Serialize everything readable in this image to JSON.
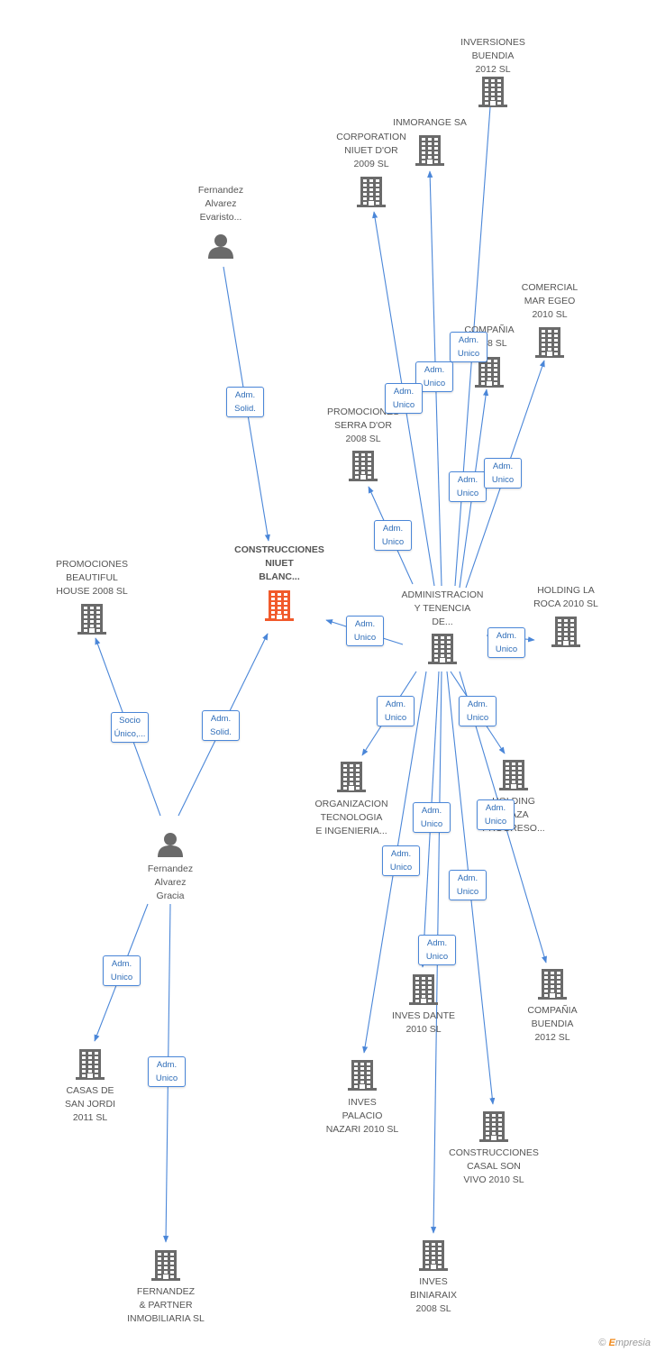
{
  "colors": {
    "edge": "#4a86d8",
    "building": "#6a6a6a",
    "main_building": "#f15a2b",
    "person": "#6a6a6a",
    "badge_text": "#2f6db8"
  },
  "nodes": [
    {
      "id": "inversiones_buendia",
      "type": "company",
      "label": "INVERSIONES\nBUENDIA\n2012 SL"
    },
    {
      "id": "inmorange",
      "type": "company",
      "label": "INMORANGE SA"
    },
    {
      "id": "corporation_niuet",
      "type": "company",
      "label": "CORPORATION\nNIUET D'OR\n2009 SL"
    },
    {
      "id": "fernandez_evaristo",
      "type": "person",
      "label": "Fernandez\nAlvarez\nEvaristo..."
    },
    {
      "id": "comercial_mar_egeo",
      "type": "company",
      "label": "COMERCIAL\nMAR EGEO\n2010 SL"
    },
    {
      "id": "compania_2008",
      "type": "company",
      "label": "COMPAÑIA\n2008 SL"
    },
    {
      "id": "promociones_serra",
      "type": "company",
      "label": "PROMOCIONES\nSERRA D'OR\n2008 SL"
    },
    {
      "id": "promociones_beautiful",
      "type": "company",
      "label": "PROMOCIONES\nBEAUTIFUL\nHOUSE 2008 SL"
    },
    {
      "id": "construcciones_niuet",
      "type": "main",
      "label": "CONSTRUCCIONES\nNIUET\nBLANC..."
    },
    {
      "id": "administracion",
      "type": "company",
      "label": "ADMINISTRACION\nY TENENCIA\nDE..."
    },
    {
      "id": "holding_la_roca",
      "type": "company",
      "label": "HOLDING LA\nROCA 2010 SL"
    },
    {
      "id": "organizacion",
      "type": "company",
      "label": "ORGANIZACION\nTECNOLOGIA\nE INGENIERIA..."
    },
    {
      "id": "holding_plaza",
      "type": "company",
      "label": "HOLDING\nPLAZA\nPROGRESO..."
    },
    {
      "id": "fernandez_gracia",
      "type": "person",
      "label": "Fernandez\nAlvarez\nGracia"
    },
    {
      "id": "inves_dante",
      "type": "company",
      "label": "INVES DANTE\n2010 SL"
    },
    {
      "id": "compania_buendia",
      "type": "company",
      "label": "COMPAÑIA\nBUENDIA\n2012 SL"
    },
    {
      "id": "casas_san_jordi",
      "type": "company",
      "label": "CASAS DE\nSAN JORDI\n2011 SL"
    },
    {
      "id": "inves_palacio",
      "type": "company",
      "label": "INVES\nPALACIO\nNAZARI 2010 SL"
    },
    {
      "id": "construcciones_casal",
      "type": "company",
      "label": "CONSTRUCCIONES\nCASAL SON\nVIVO 2010 SL"
    },
    {
      "id": "fernandez_partner",
      "type": "company",
      "label": "FERNANDEZ\n& PARTNER\nINMOBILIARIA SL"
    },
    {
      "id": "inves_biniaraix",
      "type": "company",
      "label": "INVES\nBINIARAIX\n2008 SL"
    }
  ],
  "edges": [
    {
      "from": "fernandez_evaristo",
      "to": "construcciones_niuet",
      "label": "Adm.\nSolid."
    },
    {
      "from": "fernandez_gracia",
      "to": "construcciones_niuet",
      "label": "Adm.\nSolid."
    },
    {
      "from": "fernandez_gracia",
      "to": "promociones_beautiful",
      "label": "Socio\nÚnico,..."
    },
    {
      "from": "fernandez_gracia",
      "to": "casas_san_jordi",
      "label": "Adm.\nUnico"
    },
    {
      "from": "fernandez_gracia",
      "to": "fernandez_partner",
      "label": "Adm.\nUnico"
    },
    {
      "from": "administracion",
      "to": "construcciones_niuet",
      "label": "Adm.\nUnico"
    },
    {
      "from": "administracion",
      "to": "inversiones_buendia",
      "label": "Adm.\nUnico"
    },
    {
      "from": "administracion",
      "to": "inmorange",
      "label": "Adm.\nUnico"
    },
    {
      "from": "administracion",
      "to": "corporation_niuet",
      "label": "Adm.\nUnico"
    },
    {
      "from": "administracion",
      "to": "compania_2008",
      "label": "Adm.\nUnico"
    },
    {
      "from": "administracion",
      "to": "comercial_mar_egeo",
      "label": "Adm.\nUnico"
    },
    {
      "from": "administracion",
      "to": "promociones_serra",
      "label": "Adm.\nUnico"
    },
    {
      "from": "administracion",
      "to": "holding_la_roca",
      "label": "Adm.\nUnico"
    },
    {
      "from": "administracion",
      "to": "organizacion",
      "label": "Adm.\nUnico"
    },
    {
      "from": "administracion",
      "to": "holding_plaza",
      "label": "Adm.\nUnico"
    },
    {
      "from": "administracion",
      "to": "compania_buendia",
      "label": "Adm.\nUnico"
    },
    {
      "from": "administracion",
      "to": "inves_dante",
      "label": "Adm.\nUnico"
    },
    {
      "from": "administracion",
      "to": "inves_palacio",
      "label": "Adm.\nUnico"
    },
    {
      "from": "administracion",
      "to": "construcciones_casal",
      "label": "Adm.\nUnico"
    },
    {
      "from": "administracion",
      "to": "inves_biniaraix",
      "label": "Adm.\nUnico"
    }
  ],
  "footer": {
    "copyright": "©",
    "brand_initial": "E",
    "brand_rest": "mpresia"
  }
}
